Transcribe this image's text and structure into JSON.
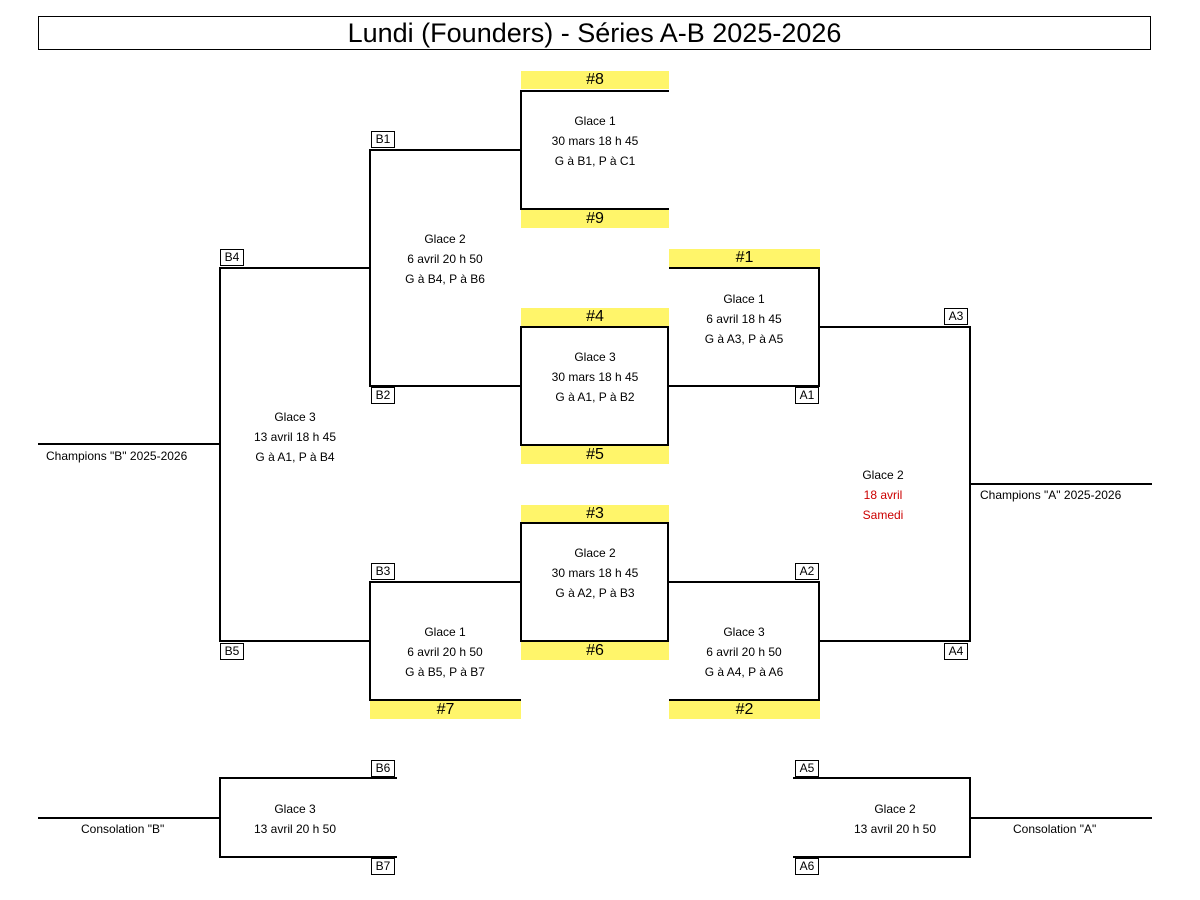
{
  "title": "Lundi (Founders) - Séries A-B  2025-2026",
  "colors": {
    "seed_highlight": "#fff56a",
    "final_date": "#cc0000",
    "line": "#000000"
  },
  "seeds": {
    "s1": "#1",
    "s2": "#2",
    "s3": "#3",
    "s4": "#4",
    "s5": "#5",
    "s6": "#6",
    "s7": "#7",
    "s8": "#8",
    "s9": "#9"
  },
  "slots": {
    "A1": "A1",
    "A2": "A2",
    "A3": "A3",
    "A4": "A4",
    "A5": "A5",
    "A6": "A6",
    "B1": "B1",
    "B2": "B2",
    "B3": "B3",
    "B4": "B4",
    "B5": "B5",
    "B6": "B6",
    "B7": "B7"
  },
  "games": {
    "g8_9": {
      "rink": "Glace 1",
      "date": "30 mars 18 h 45",
      "result": "G à B1, P à C1"
    },
    "g4_5": {
      "rink": "Glace 3",
      "date": "30 mars 18 h 45",
      "result": "G à A1, P à B2"
    },
    "g3_6": {
      "rink": "Glace 2",
      "date": "30 mars 18 h 45",
      "result": "G à A2, P à B3"
    },
    "gB1B2": {
      "rink": "Glace 2",
      "date": "6 avril 20 h 50",
      "result": "G à B4, P à B6"
    },
    "g1A1": {
      "rink": "Glace 1",
      "date": "6 avril 18 h 45",
      "result": "G à A3, P à A5"
    },
    "gB3_7": {
      "rink": "Glace 1",
      "date": "6 avril 20 h 50",
      "result": "G à B5, P à B7"
    },
    "gA2_2": {
      "rink": "Glace 3",
      "date": "6 avril 20 h 50",
      "result": "G à A4, P à A6"
    },
    "gBfin": {
      "rink": "Glace 3",
      "date": "13 avril 18 h 45",
      "result": "G à A1, P à B4"
    },
    "gAfin": {
      "rink": "Glace 2",
      "date": "18 avril",
      "day": "Samedi"
    },
    "gBcons": {
      "rink": "Glace 3",
      "date": "13 avril 20 h 50"
    },
    "gAcons": {
      "rink": "Glace 2",
      "date": "13 avril 20 h 50"
    }
  },
  "labels": {
    "champions_b": "Champions \"B\" 2025-2026",
    "champions_a": "Champions \"A\" 2025-2026",
    "consolation_b": "Consolation \"B\"",
    "consolation_a": "Consolation \"A\""
  }
}
